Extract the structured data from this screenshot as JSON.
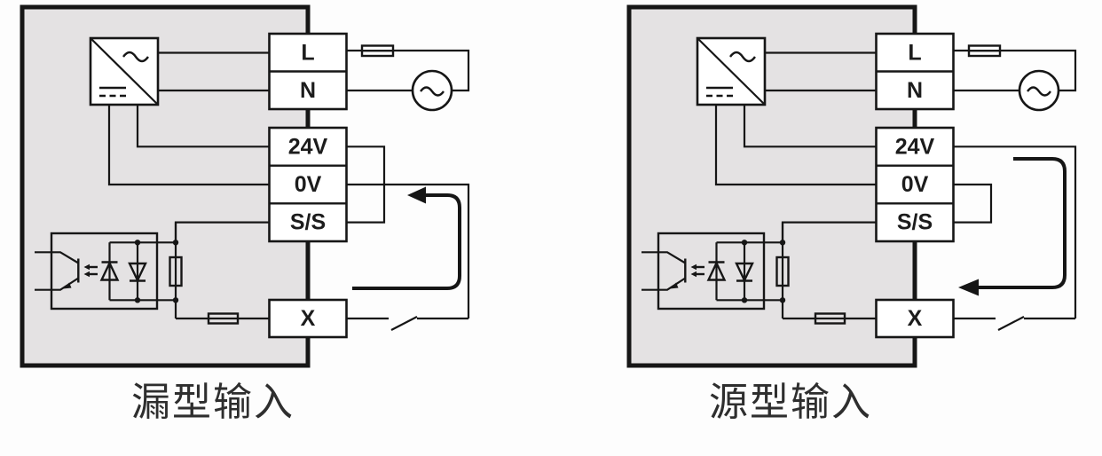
{
  "colors": {
    "background": "#fdfdfd",
    "panel_fill": "#e4e2e3",
    "line": "#161616",
    "block_fill": "#ffffff",
    "label_text": "#1c1c1c",
    "caption_text": "#2e2e2e"
  },
  "diagrams": [
    {
      "caption": "漏型输入",
      "terminals": {
        "l": "L",
        "n": "N",
        "v24": "24V",
        "v0": "0V",
        "ss": "S/S",
        "x": "X"
      }
    },
    {
      "caption": "源型输入",
      "terminals": {
        "l": "L",
        "n": "N",
        "v24": "24V",
        "v0": "0V",
        "ss": "S/S",
        "x": "X"
      }
    }
  ],
  "icons": [
    "ac-dc-converter-symbol",
    "fuse-symbol",
    "ac-source-symbol",
    "optocoupler-symbol",
    "photo-transistor-icon",
    "light-emission-arrows-icon",
    "input-diodes-icon",
    "input-resistor-symbol",
    "series-resistor-symbol",
    "input-switch-symbol",
    "current-flow-arrow-icon"
  ]
}
